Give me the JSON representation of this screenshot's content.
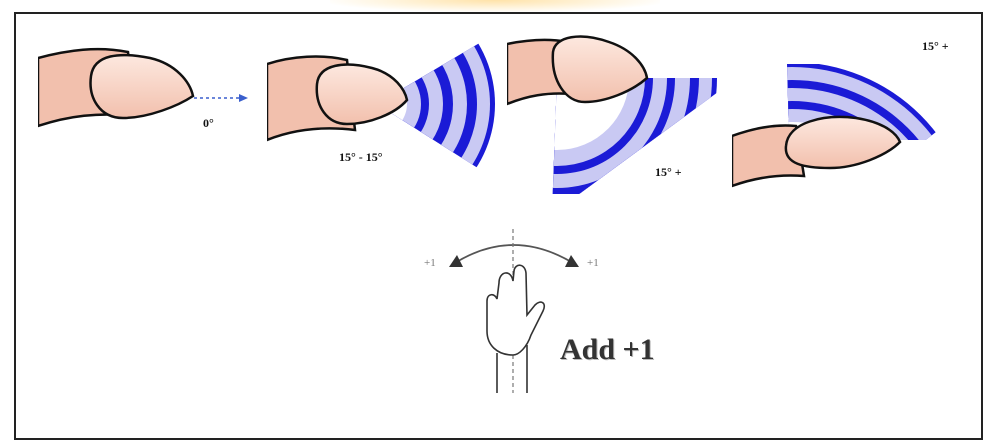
{
  "colors": {
    "finger": "#f2c0ad",
    "finger_highlight": "#fde8df",
    "outline": "#111111",
    "wave_dark": "#1b1bd6",
    "wave_light": "#c9c9f3",
    "arrow": "#3a5fcd"
  },
  "panels": [
    {
      "label": "0°"
    },
    {
      "label": "15° - 15°"
    },
    {
      "label": "15° +"
    },
    {
      "label": "15° +"
    }
  ],
  "rotation": {
    "left_note": "+1",
    "right_note": "+1",
    "label": "Add +1"
  }
}
